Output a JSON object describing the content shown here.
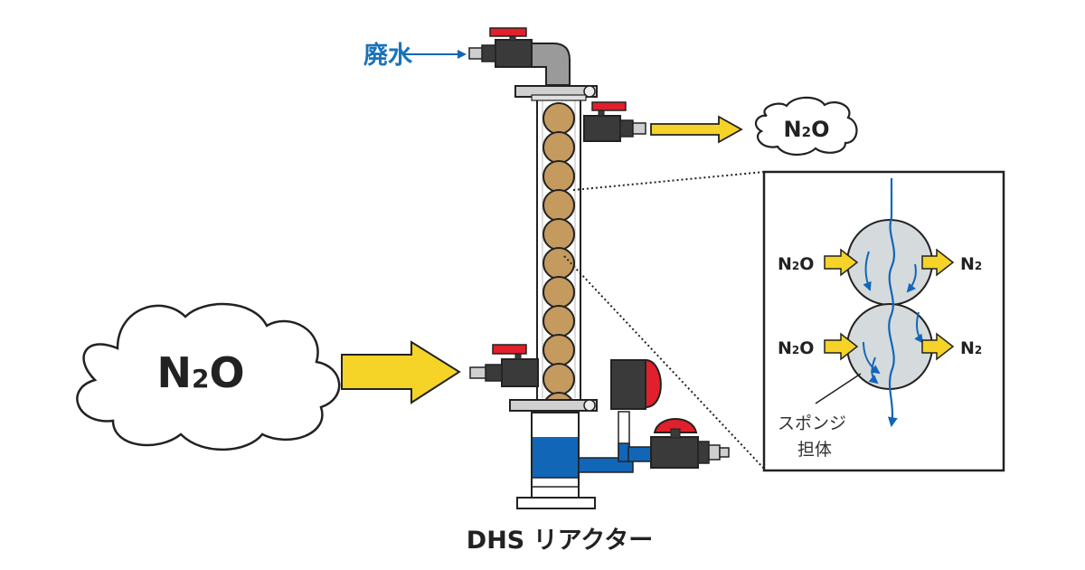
{
  "labels": {
    "wastewater": "廃水",
    "gas_inlet_main": "N",
    "gas_inlet_sub": "2",
    "gas_inlet_tail": "O",
    "gas_outlet_main": "N",
    "gas_outlet_sub": "2",
    "gas_outlet_tail": "O",
    "reactor_title": "DHS リアクター",
    "inset_n2o_top_main": "N",
    "inset_n2o_top_sub": "2",
    "inset_n2o_top_tail": "O",
    "inset_n2o_bottom_main": "N",
    "inset_n2o_bottom_sub": "2",
    "inset_n2o_bottom_tail": "O",
    "inset_n2_top_main": "N",
    "inset_n2_top_sub": "2",
    "inset_n2_bottom_main": "N",
    "inset_n2_bottom_sub": "2",
    "sponge_line1": "スポンジ",
    "sponge_line2": "担体"
  },
  "colors": {
    "water_blue": "#1166b8",
    "arrow_yellow": "#f5d327",
    "sponge_tan": "#c49a5e",
    "valve_red": "#e0202a",
    "sponge_grey": "#d5dadc",
    "pipe_grey": "#9a9a9a",
    "dark_body": "#3a3a3a"
  },
  "sponge_count": 11
}
